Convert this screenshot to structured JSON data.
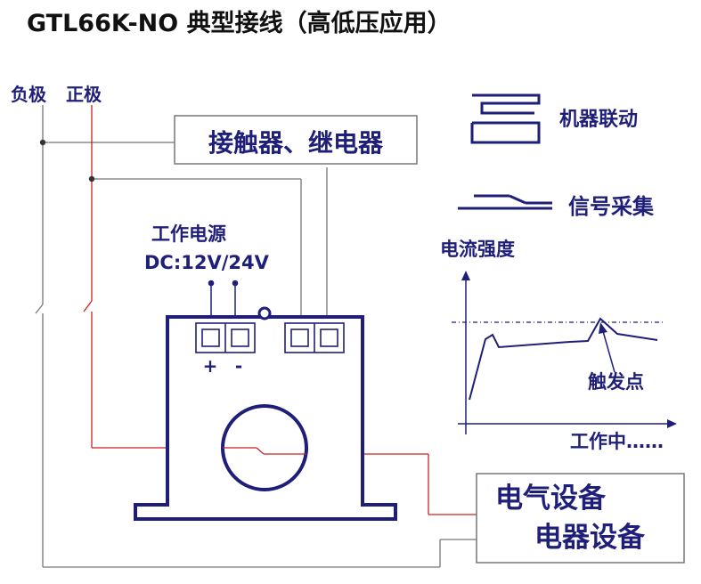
{
  "title": "GTL66K-NO 典型接线（高低压应用）",
  "labels": {
    "negative": "负极",
    "positive": "正极",
    "contactor_relay": "接触器、继电器",
    "power_title": "工作电源",
    "power_spec": "DC:12V/24V",
    "plus": "+",
    "minus": "-",
    "electrical_equipment": "电气设备",
    "appliance_equipment": "电器设备"
  },
  "legend": {
    "machine_linkage": "机器联动",
    "signal_acquisition": "信号采集"
  },
  "graph": {
    "ylabel": "电流强度",
    "xlabel": "工作中……",
    "trigger_label": "触发点"
  },
  "colors": {
    "navy": "#1f1f7a",
    "wire_red": "#cc2222",
    "wire_gray": "#777777"
  }
}
